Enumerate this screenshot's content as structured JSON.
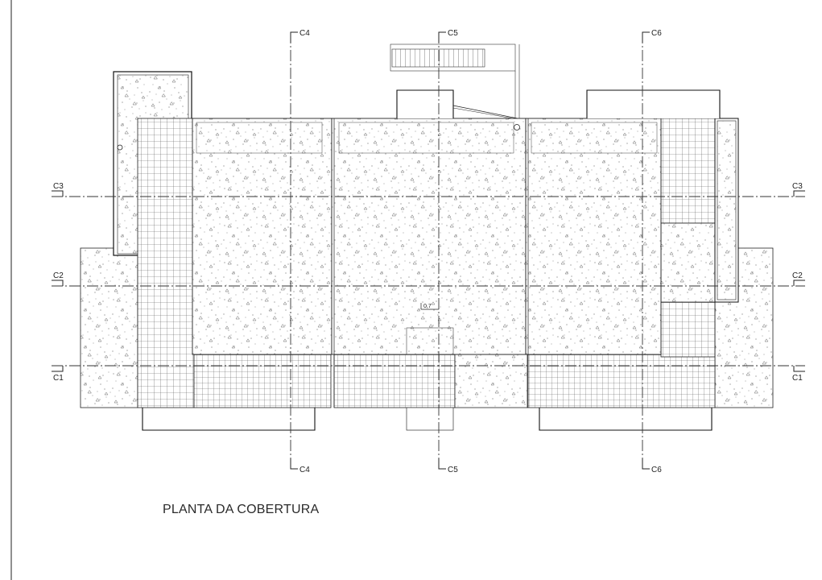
{
  "drawing": {
    "title": "PLANTA DA COBERTURA",
    "level_marker": "0,7",
    "horizontal_sections": [
      "C3",
      "C2",
      "C1"
    ],
    "vertical_sections": [
      "C4",
      "C5",
      "C6"
    ]
  },
  "colors": {
    "line": "#1a1a1a",
    "axis": "#333333",
    "grid": "#555555",
    "background": "#ffffff"
  }
}
